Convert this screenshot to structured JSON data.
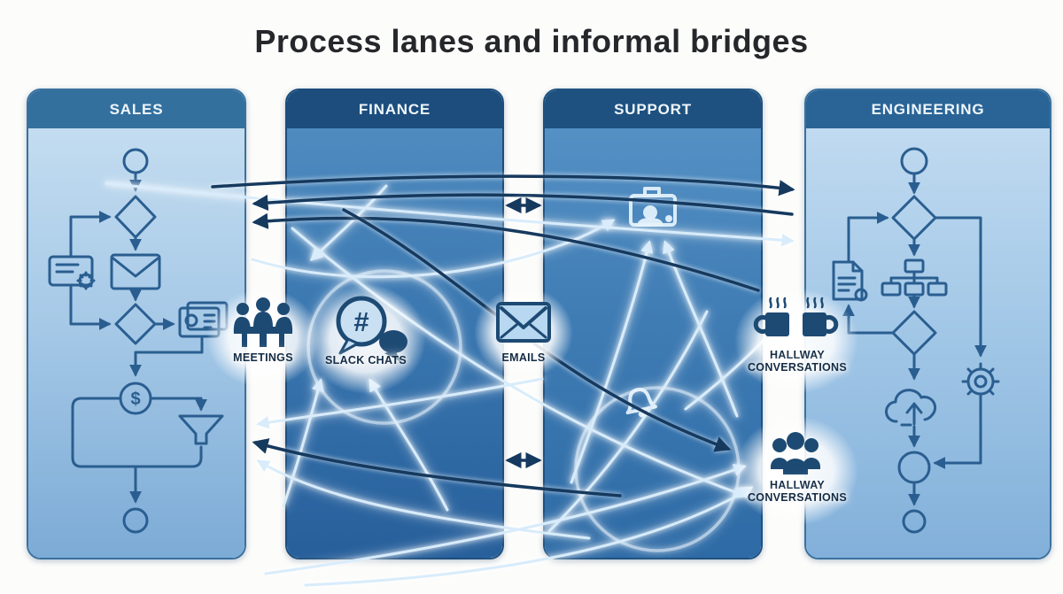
{
  "title": "Process lanes and informal bridges",
  "lanes": [
    {
      "name": "SALES",
      "type": "process-lane"
    },
    {
      "name": "FINANCE",
      "type": "process-lane"
    },
    {
      "name": "SUPPORT",
      "type": "process-lane"
    },
    {
      "name": "ENGINEERING",
      "type": "process-lane"
    }
  ],
  "bridges": [
    {
      "label": "MEETINGS",
      "icon": "meeting-table-icon"
    },
    {
      "label": "SLACK CHATS",
      "icon": "hashtag-chat-bubbles-icon"
    },
    {
      "label": "EMAILS",
      "icon": "envelope-icon"
    },
    {
      "label": "HALLWAY CONVERSATIONS",
      "icon": "coffee-mugs-icon"
    },
    {
      "label": "HALLWAY CONVERSATIONS",
      "icon": "people-group-icon"
    }
  ],
  "glyphs": {
    "hash": "#",
    "dollar": "$"
  },
  "flow_icons": {
    "sales": [
      "start-circle",
      "decision-diamond",
      "mail-task",
      "decision-diamond",
      "contact-card",
      "note-with-gear",
      "dollar-event",
      "funnel",
      "end-circle"
    ],
    "support": [
      "support-agent",
      "bell"
    ],
    "engineering": [
      "start-circle",
      "decision-diamond",
      "sitemap-task",
      "decision-diamond",
      "document-with-gear",
      "gear",
      "cloud-upload",
      "join-circle",
      "end-circle"
    ]
  },
  "colors": {
    "sales_header": "#33709e",
    "finance_header": "#1c4d7d",
    "support_header": "#1e5180",
    "engineering_header": "#2a6496",
    "light_lane_top": "#c3dcf0",
    "light_lane_bottom": "#7cabd6",
    "dark_lane_top": "#4f8bbf",
    "dark_lane_bottom": "#275f9b",
    "flow_stroke": "#2a5e90",
    "dark_arrow": "#16395e",
    "light_arrow": "#d8ecfb",
    "bridge_icon": "#1d4a73",
    "label_text": "#142c45",
    "title_text": "#25272b"
  }
}
